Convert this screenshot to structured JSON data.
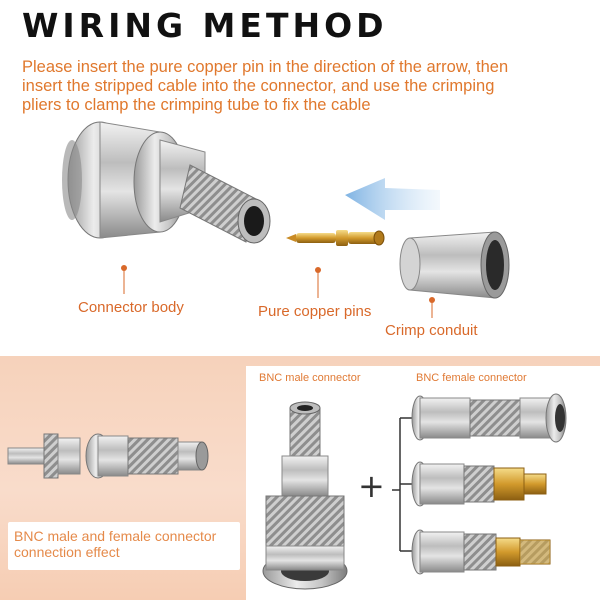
{
  "header": {
    "title": "WIRING METHOD",
    "instruction_lines": [
      "Please insert the pure copper pin in the direction of the arrow, then",
      "insert the stripped cable into the connector, and use the crimping",
      "pliers to clamp the crimping tube to fix the cable"
    ]
  },
  "parts": {
    "connector_body": "Connector body",
    "copper_pins": "Pure copper pins",
    "crimp_conduit": "Crimp conduit"
  },
  "bottom": {
    "male_label": "BNC male connector",
    "female_label": "BNC female connector",
    "effect_line1": "BNC male and female connector",
    "effect_line2": "connection effect",
    "plus": "+"
  },
  "colors": {
    "accent": "#e0782d",
    "arrow": "#8fbde6",
    "panel": "#f8d6c1",
    "metal": "#c9c9c9",
    "gold": "#d7a73a"
  }
}
